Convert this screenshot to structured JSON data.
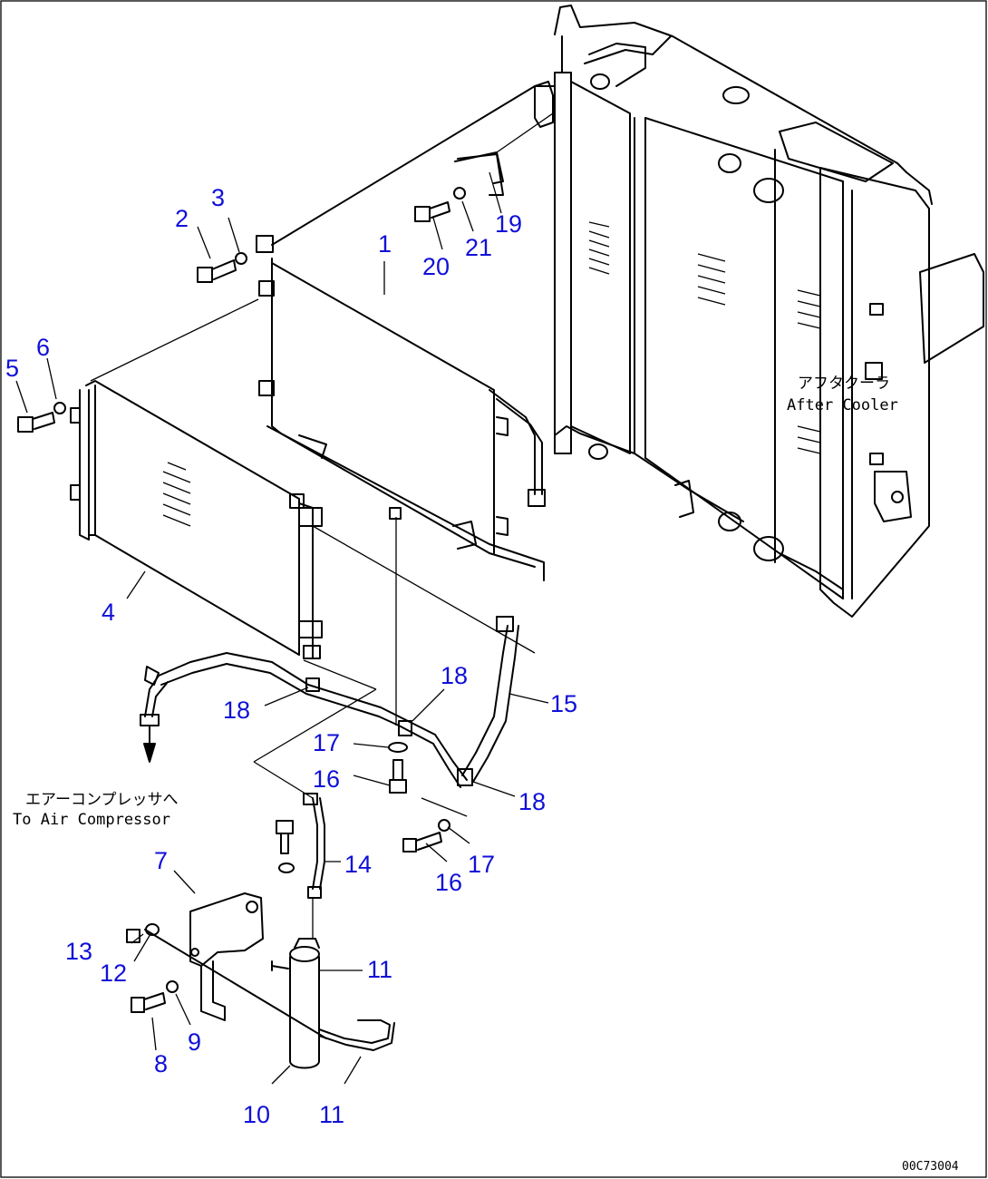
{
  "callouts": [
    {
      "id": "c1",
      "text": "1"
    },
    {
      "id": "c2",
      "text": "2"
    },
    {
      "id": "c3",
      "text": "3"
    },
    {
      "id": "c4",
      "text": "4"
    },
    {
      "id": "c5",
      "text": "5"
    },
    {
      "id": "c6",
      "text": "6"
    },
    {
      "id": "c7",
      "text": "7"
    },
    {
      "id": "c8",
      "text": "8"
    },
    {
      "id": "c9",
      "text": "9"
    },
    {
      "id": "c10",
      "text": "10"
    },
    {
      "id": "c11a",
      "text": "11"
    },
    {
      "id": "c11b",
      "text": "11"
    },
    {
      "id": "c12",
      "text": "12"
    },
    {
      "id": "c13",
      "text": "13"
    },
    {
      "id": "c14",
      "text": "14"
    },
    {
      "id": "c15",
      "text": "15"
    },
    {
      "id": "c16a",
      "text": "16"
    },
    {
      "id": "c16b",
      "text": "16"
    },
    {
      "id": "c17a",
      "text": "17"
    },
    {
      "id": "c17b",
      "text": "17"
    },
    {
      "id": "c18a",
      "text": "18"
    },
    {
      "id": "c18b",
      "text": "18"
    },
    {
      "id": "c18c",
      "text": "18"
    },
    {
      "id": "c19",
      "text": "19"
    },
    {
      "id": "c20",
      "text": "20"
    },
    {
      "id": "c21",
      "text": "21"
    }
  ],
  "captions": {
    "after_cooler_jp": "アフタクーラ",
    "after_cooler_en": "After Cooler",
    "compressor_jp": "エアーコンプレッサへ",
    "compressor_en": "To Air Compressor"
  },
  "drawing_code": "00C73004",
  "colors": {
    "callout": "#1010d8",
    "line": "#000000",
    "background": "#ffffff"
  }
}
